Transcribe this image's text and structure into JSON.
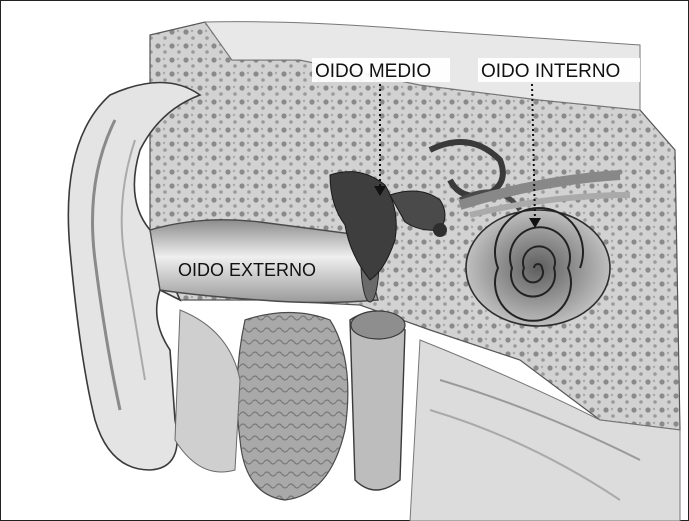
{
  "labels": {
    "middle_ear": "OIDO MEDIO",
    "inner_ear": "OIDO INTERNO",
    "outer_ear": "OIDO EXTERNO"
  },
  "colors": {
    "background": "#ffffff",
    "tissue_light": "#e6e6e6",
    "tissue_mid": "#b8b8b8",
    "tissue_dark": "#5a5a5a",
    "outline": "#2a2a2a",
    "frame": "#222222"
  }
}
